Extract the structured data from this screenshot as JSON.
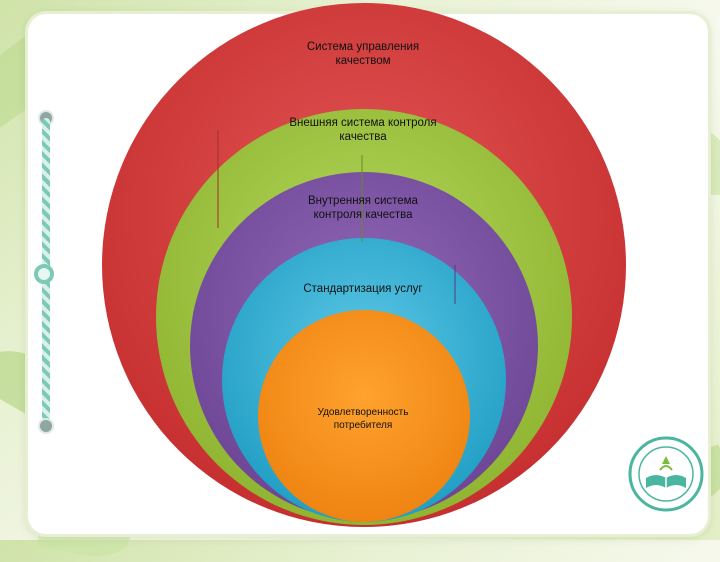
{
  "diagram": {
    "levels": [
      {
        "label_line1": "Система управления",
        "label_line2": "качеством",
        "color": "#d43a3a"
      },
      {
        "label_line1": "Внешняя система контроля",
        "label_line2": "качества",
        "color": "#9ec23f"
      },
      {
        "label_line1": "Внутренняя система",
        "label_line2": "контроля качества",
        "color": "#7f56a6"
      },
      {
        "label_line1": "Стандартизация услуг",
        "color": "#35b3d6"
      },
      {
        "label_line1": "Удовлетворенность",
        "label_line2": "потребителя",
        "color": "#f7931e"
      }
    ]
  },
  "emblem": {
    "icon": "book-emblem-icon",
    "color": "#4ab6a0"
  }
}
